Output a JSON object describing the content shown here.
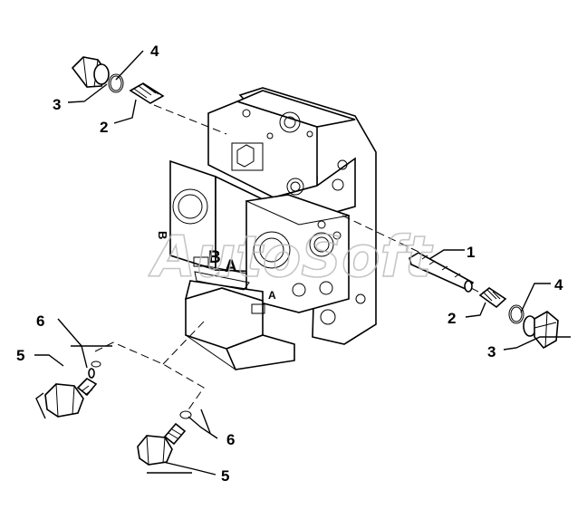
{
  "callouts": [
    {
      "id": "c1",
      "label": "1"
    },
    {
      "id": "c2a",
      "label": "2"
    },
    {
      "id": "c2b",
      "label": "2"
    },
    {
      "id": "c3a",
      "label": "3"
    },
    {
      "id": "c3b",
      "label": "3"
    },
    {
      "id": "c4a",
      "label": "4"
    },
    {
      "id": "c4b",
      "label": "4"
    },
    {
      "id": "c5a",
      "label": "5"
    },
    {
      "id": "c5b",
      "label": "5"
    },
    {
      "id": "c6a",
      "label": "6"
    },
    {
      "id": "c6b",
      "label": "6"
    }
  ],
  "stamps": {
    "b_port": "B",
    "a_port": "A",
    "a_small": "A",
    "b_side": "B"
  },
  "watermark": "AutoSoft"
}
